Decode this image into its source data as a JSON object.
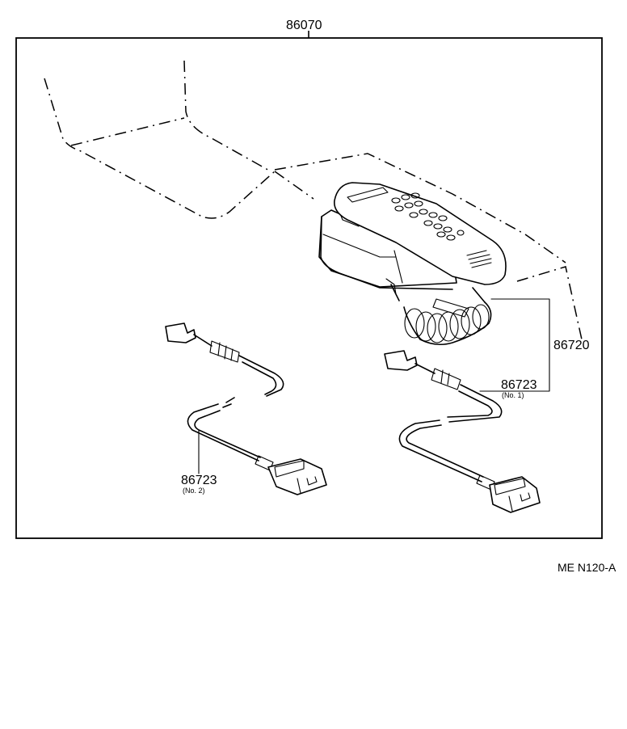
{
  "labels": {
    "assembly": "86070",
    "handset": "86720",
    "cord_no1_part": "86723",
    "cord_no1_sub": "(No. 1)",
    "cord_no2_part": "86723",
    "cord_no2_sub": "(No. 2)",
    "drawing_code": "ME N120-A"
  }
}
